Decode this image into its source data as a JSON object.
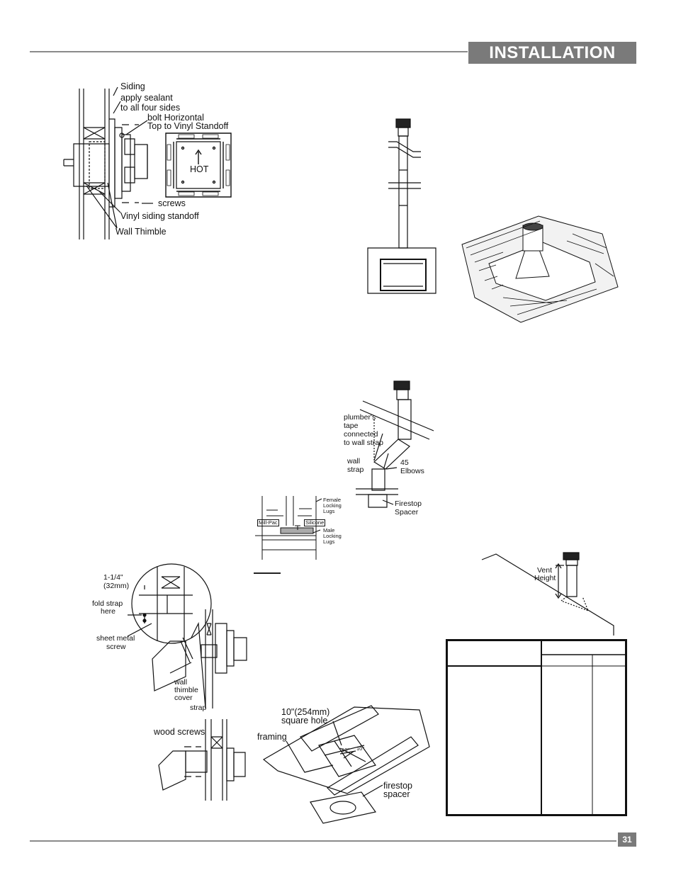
{
  "header": {
    "title": "INSTALLATION"
  },
  "page": {
    "number": "31"
  },
  "fig_vinyl": {
    "siding": "Siding",
    "sealant": "apply sealant",
    "sealant2": "to all four sides",
    "bolt": "bolt Horizontal",
    "bolt2": "Top to Vinyl Standoff",
    "hot": "HOT",
    "screws": "screws",
    "vinyl_standoff": "Vinyl siding standoff",
    "wall_thimble": "Wall Thimble"
  },
  "fig_offset": {
    "tape1": "plumber's",
    "tape2": "tape",
    "tape3": "connected",
    "tape4": "to wall strap",
    "wall1": "wall",
    "wall2": "strap",
    "elbows1": "45",
    "elbows2": "Elbows",
    "firestop1": "Firestop",
    "firestop2": "Spacer"
  },
  "fig_lugs": {
    "female1": "Female",
    "female2": "Locking",
    "female3": "Lugs",
    "millpac": "Mill-Pac",
    "silicone": "Silicone",
    "male1": "Male",
    "male2": "Locking",
    "male3": "Lugs"
  },
  "fig_strap": {
    "dim1": "1-1/4\"",
    "dim2": "(32mm)",
    "fold1": "fold strap",
    "fold2": "here",
    "sheet1": "sheet metal",
    "sheet2": "screw",
    "thimble1": "wall",
    "thimble2": "thimble",
    "thimble3": "cover",
    "strap": "strap"
  },
  "fig_wood": {
    "wood_screws": "wood screws"
  },
  "fig_firestop": {
    "hole1": "10\"(254mm)",
    "hole2": "square hole",
    "framing": "framing",
    "firestop1": "firestop",
    "firestop2": "spacer",
    "dim_a": "10\"",
    "dim_b": "10\""
  },
  "fig_vent_height": {
    "vent1": "Vent",
    "vent2": "Height"
  }
}
